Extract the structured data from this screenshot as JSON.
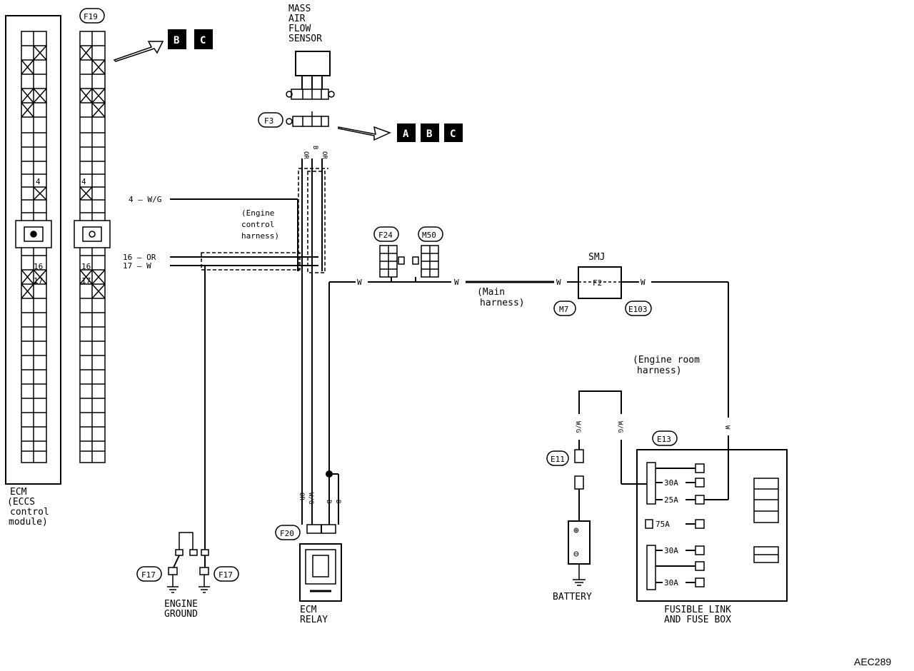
{
  "labels": {
    "maf_sensor": [
      "MASS",
      "AIR",
      "FLOW",
      "SENSOR"
    ],
    "ecm": [
      "ECM",
      "(ECCS",
      "control",
      "module)"
    ],
    "engine_control_harness": [
      "(Engine",
      "control",
      "harness)"
    ],
    "main_harness": [
      "(Main",
      "harness)"
    ],
    "engine_room_harness": [
      "(Engine room",
      "harness)"
    ],
    "smj": "SMJ",
    "fusible_link": [
      "FUSIBLE LINK",
      "AND FUSE BOX"
    ],
    "engine_ground": [
      "ENGINE",
      "GROUND"
    ],
    "ecm_relay": [
      "ECM",
      "RELAY"
    ],
    "battery": "BATTERY",
    "figure_code": "AEC289"
  },
  "connectors": {
    "f19": "F19",
    "f3": "F3",
    "f24": "F24",
    "m50": "M50",
    "m7": "M7",
    "e103": "E103",
    "e13": "E13",
    "e11": "E11",
    "f17_left": "F17",
    "f17_right": "F17",
    "f20": "F20",
    "smj_pin": "F2"
  },
  "pins": {
    "p4": "4",
    "p16": "16",
    "p17": "17"
  },
  "wires": {
    "w4": "4 — W/G",
    "w16": "16 — OR",
    "w17": "17 — W",
    "or": "OR",
    "w_g": "W/G",
    "w": "W",
    "b": "B"
  },
  "fuses": [
    "30A",
    "25A",
    "75A",
    "30A",
    "30A"
  ],
  "ref_boxes": {
    "top": [
      "B",
      "C"
    ],
    "mid": [
      "A",
      "B",
      "C"
    ]
  },
  "battery_terms": {
    "plus": "⊕",
    "minus": "⊖"
  }
}
